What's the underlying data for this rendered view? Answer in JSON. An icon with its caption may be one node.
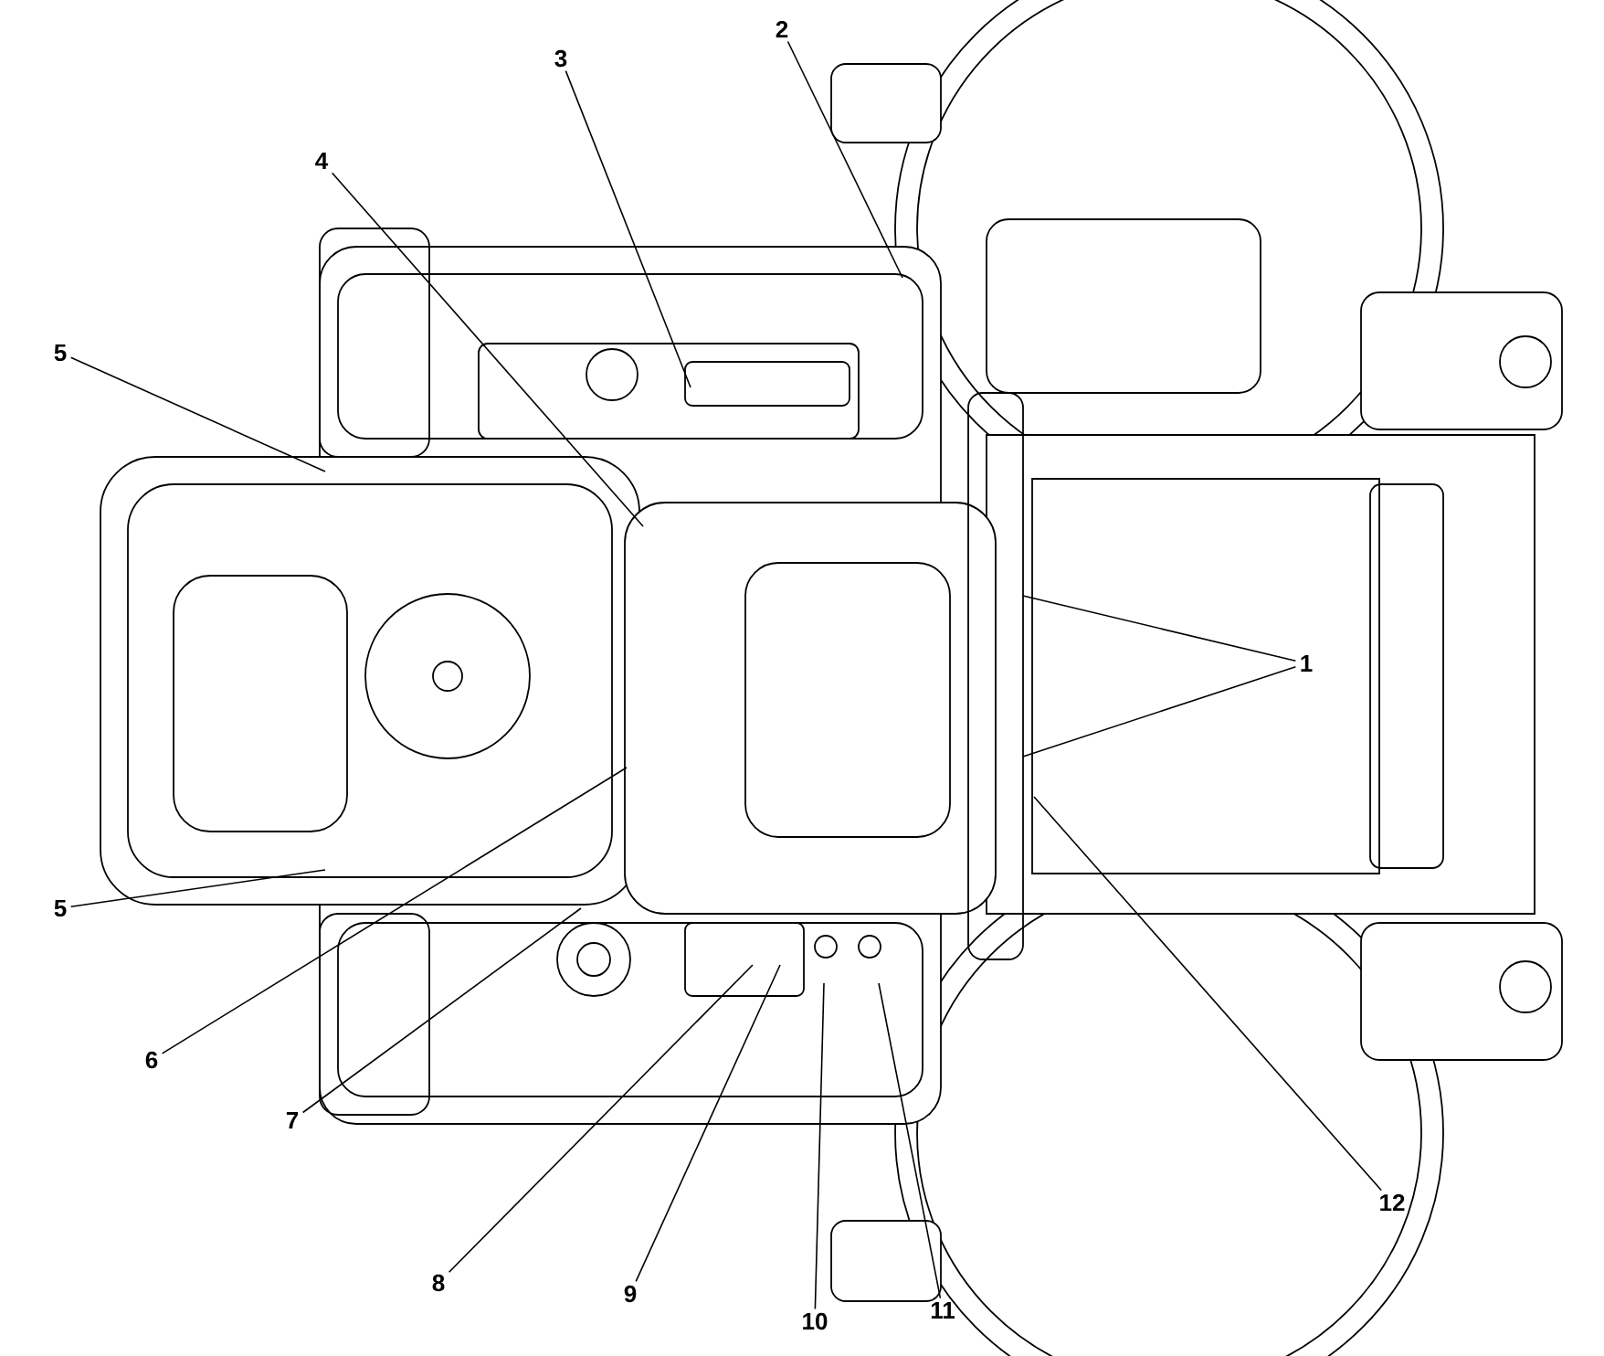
{
  "diagram": {
    "nodes": [
      {
        "text": [
          "3"
        ]
      },
      {
        "text": [
          "2"
        ]
      },
      {
        "text": [
          "4"
        ]
      },
      {
        "text": [
          "5"
        ]
      },
      {
        "text": [
          "1"
        ]
      },
      {
        "text": [
          "5"
        ]
      },
      {
        "text": [
          "6"
        ]
      },
      {
        "text": [
          "7"
        ]
      },
      {
        "text": [
          "12"
        ]
      },
      {
        "text": [
          "8"
        ]
      },
      {
        "text": [
          "9"
        ]
      },
      {
        "text": [
          "10"
        ]
      },
      {
        "text": [
          "11"
        ]
      }
    ],
    "edges": [
      {
        "from": 0,
        "to": null,
        "arrow": "none"
      },
      {
        "from": 1,
        "to": null,
        "arrow": "none"
      },
      {
        "from": 2,
        "to": null,
        "arrow": "none"
      },
      {
        "from": 3,
        "to": null,
        "arrow": "none"
      },
      {
        "from": 4,
        "to": null,
        "arrow": "none"
      },
      {
        "from": 4,
        "to": null,
        "arrow": "none"
      },
      {
        "from": 5,
        "to": null,
        "arrow": "none"
      },
      {
        "from": 6,
        "to": null,
        "arrow": "none"
      },
      {
        "from": 7,
        "to": null,
        "arrow": "none"
      },
      {
        "from": 8,
        "to": null,
        "arrow": "none"
      },
      {
        "from": 9,
        "to": null,
        "arrow": "none"
      },
      {
        "from": 10,
        "to": null,
        "arrow": "none"
      },
      {
        "from": 11,
        "to": null,
        "arrow": "none"
      },
      {
        "from": 12,
        "to": null,
        "arrow": "none"
      }
    ]
  }
}
